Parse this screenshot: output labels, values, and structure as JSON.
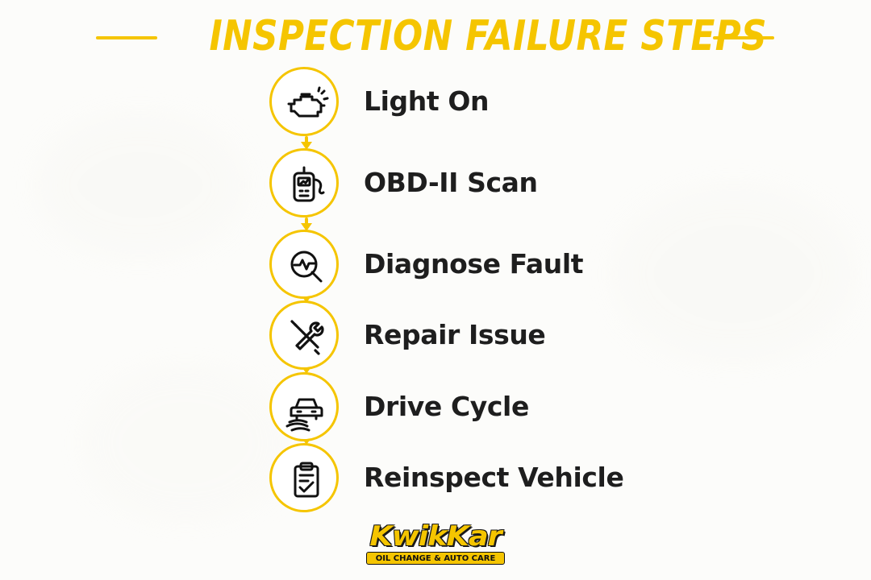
{
  "title": "INSPECTION FAILURE STEPS",
  "steps": [
    {
      "label": "Light On",
      "icon": "check-engine-icon"
    },
    {
      "label": "OBD-II Scan",
      "icon": "obd-scanner-icon"
    },
    {
      "label": "Diagnose Fault",
      "icon": "diagnostic-magnifier-icon"
    },
    {
      "label": "Repair Issue",
      "icon": "wrench-screwdriver-icon"
    },
    {
      "label": "Drive Cycle",
      "icon": "car-drive-icon"
    },
    {
      "label": "Reinspect Vehicle",
      "icon": "clipboard-check-icon"
    }
  ],
  "brand": {
    "name": "KwikKar",
    "tagline": "OIL CHANGE & AUTO CARE"
  },
  "colors": {
    "accent": "#F5C500",
    "text": "#1E1E1E",
    "icon": "#111111",
    "background": "#FCFCFA"
  }
}
